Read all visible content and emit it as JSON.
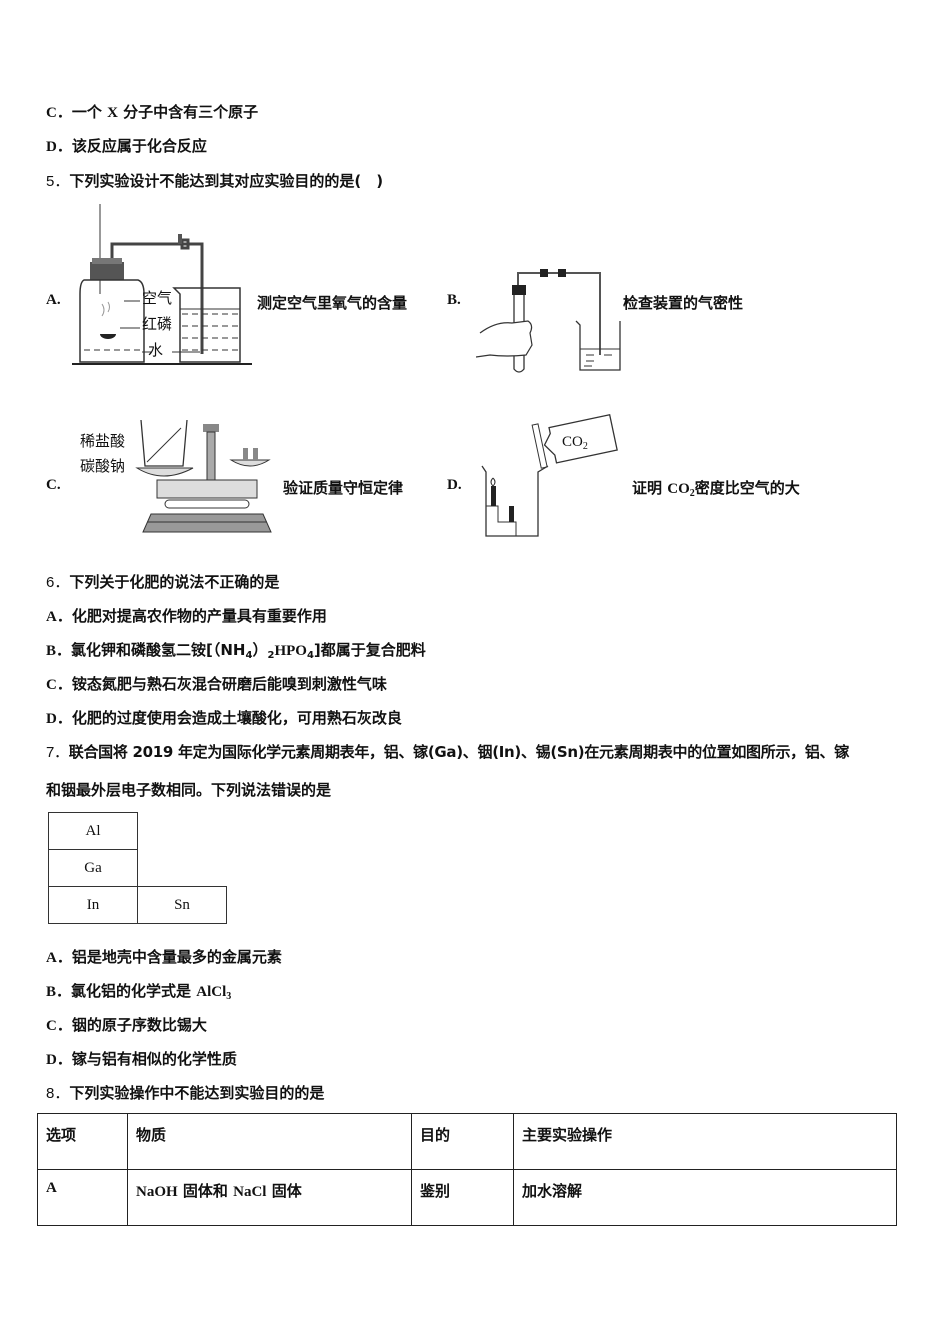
{
  "q4_tail": {
    "option_c": {
      "label": "C．",
      "text_before": "一个 ",
      "var": "X",
      "text_after": " 分子中含有三个原子"
    },
    "option_d": {
      "label": "D．",
      "text": "该反应属于化合反应"
    }
  },
  "q5": {
    "number": "5．",
    "stem": "下列实验设计不能达到其对应实验目的的是(　)",
    "figures": [
      {
        "label": "A.",
        "caption": "测定空气里氧气的含量",
        "annotations": [
          "空气",
          "红磷",
          "水"
        ]
      },
      {
        "label": "B.",
        "caption": "检查装置的气密性"
      },
      {
        "label": "C.",
        "caption": "验证质量守恒定律",
        "annotations": [
          "稀盐酸",
          "碳酸钠"
        ]
      },
      {
        "label": "D.",
        "caption_before": "证明 ",
        "formula": "CO",
        "formula_sub": "2",
        "caption_after": "密度比空气的大",
        "bottle_label": "CO",
        "bottle_label_sub": "2"
      }
    ]
  },
  "q6": {
    "number": "6．",
    "stem": "下列关于化肥的说法不正确的是",
    "options": [
      {
        "label": "A．",
        "text": "化肥对提高农作物的产量具有重要作用"
      },
      {
        "label": "B．",
        "text_before": "氯化钾和磷酸氢二铵[（NH",
        "sub1": "4",
        "mid": "）",
        "sub2": "2",
        "formula_tail": "HPO",
        "sub3": "4",
        "text_after": "]都属于复合肥料"
      },
      {
        "label": "C．",
        "text": "铵态氮肥与熟石灰混合研磨后能嗅到刺激性气味"
      },
      {
        "label": "D．",
        "text": "化肥的过度使用会造成土壤酸化，可用熟石灰改良"
      }
    ]
  },
  "q7": {
    "number": "7．",
    "stem_line1": "联合国将 2019 年定为国际化学元素周期表年，铝、镓(Ga)、铟(In)、锡(Sn)在元素周期表中的位置如图所示，铝、镓",
    "stem_line2": "和铟最外层电子数相同。下列说法错误的是",
    "periodic_table": {
      "rows": [
        [
          "Al",
          ""
        ],
        [
          "Ga",
          ""
        ],
        [
          "In",
          "Sn"
        ]
      ]
    },
    "options": [
      {
        "label": "A．",
        "text": "铝是地壳中含量最多的金属元素"
      },
      {
        "label": "B．",
        "text_before": "氯化铝的化学式是 ",
        "formula": "AlCl",
        "sub": "3"
      },
      {
        "label": "C．",
        "text": "铟的原子序数比锡大"
      },
      {
        "label": "D．",
        "text": "镓与铝有相似的化学性质"
      }
    ]
  },
  "q8": {
    "number": "8．",
    "stem": "下列实验操作中不能达到实验目的的是",
    "table": {
      "headers": [
        "选项",
        "物质",
        "目的",
        "主要实验操作"
      ],
      "rows": [
        {
          "option": "A",
          "substance_a": "NaOH",
          "substance_a_cn": " 固体和 ",
          "substance_b": "NaCl",
          "substance_b_cn": " 固体",
          "purpose": "鉴别",
          "operation": "加水溶解"
        }
      ]
    }
  }
}
